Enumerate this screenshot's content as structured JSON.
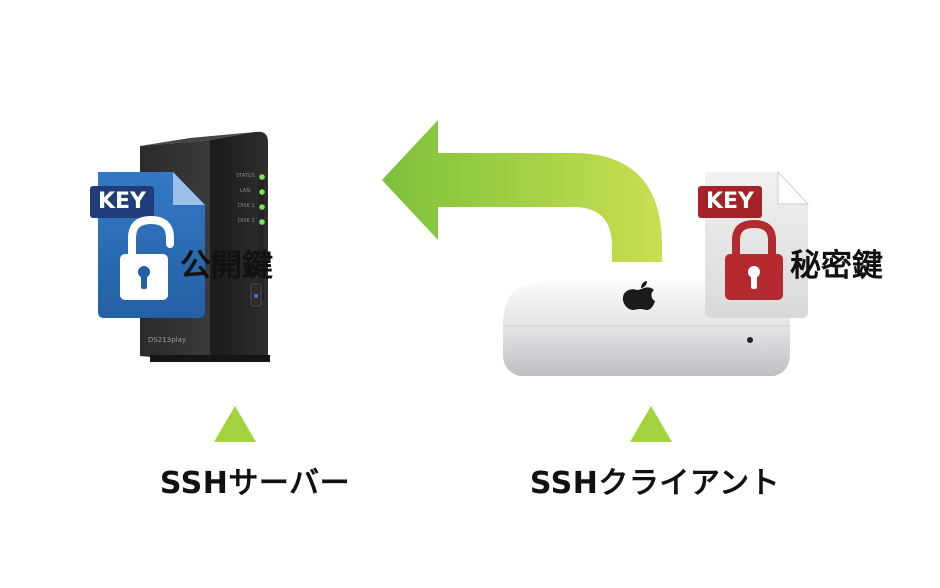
{
  "server": {
    "caption": "SSHサーバー",
    "model_label": "DS213play",
    "led_labels": [
      "STATUS",
      "LAN",
      "DISK 1",
      "DISK 2"
    ],
    "public_key": {
      "badge": "KEY",
      "label": "公開鍵",
      "color": "#2a68b0",
      "icon": "unlocked-padlock-icon"
    }
  },
  "client": {
    "caption": "SSHクライアント",
    "private_key": {
      "badge": "KEY",
      "label": "秘密鍵",
      "color": "#b42a2e",
      "icon": "locked-padlock-icon"
    },
    "device_icon": "apple-logo-icon"
  },
  "arrow": {
    "direction": "client-to-server",
    "color_start": "#7cc13a",
    "color_end": "#c9df50"
  },
  "colors": {
    "pointer_triangle": "#a3d23c",
    "key_badge_blue": "#1f3e79",
    "key_badge_red": "#a52226"
  }
}
